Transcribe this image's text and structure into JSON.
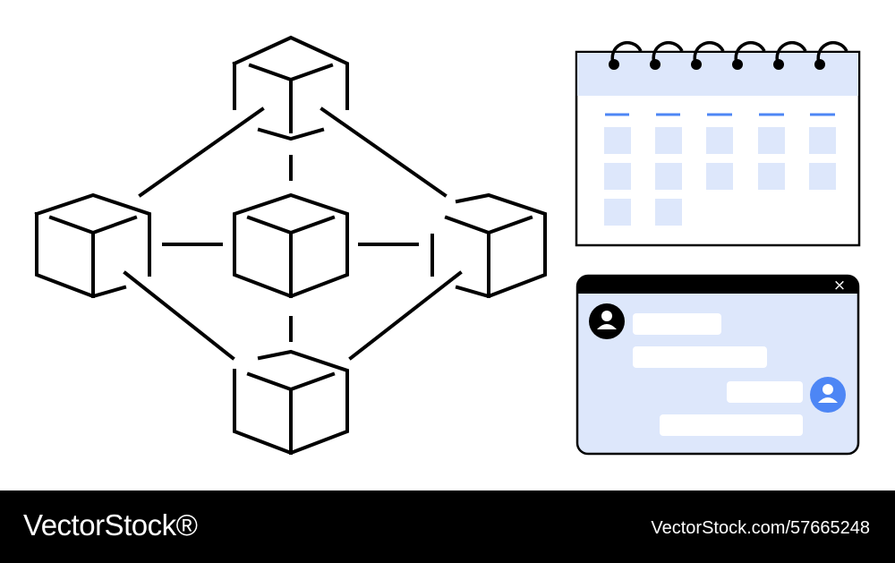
{
  "colors": {
    "ink": "#000000",
    "accent_light": "#dde7fb",
    "accent_blue": "#4d86f5",
    "background": "#ffffff",
    "bubble": "#ffffff"
  },
  "illustration": {
    "network": {
      "node_count": 5,
      "icon": "cube-icon"
    },
    "calendar": {
      "icon": "calendar-icon",
      "ring_count": 6,
      "column_count": 5,
      "filled_cells_per_row": [
        5,
        5,
        2
      ]
    },
    "chat_window": {
      "icon": "chat-window-icon",
      "close_glyph": "×",
      "message_count": 4
    }
  },
  "footer": {
    "brand": "VectorStock®",
    "image_id": "VectorStock.com/57665248"
  }
}
